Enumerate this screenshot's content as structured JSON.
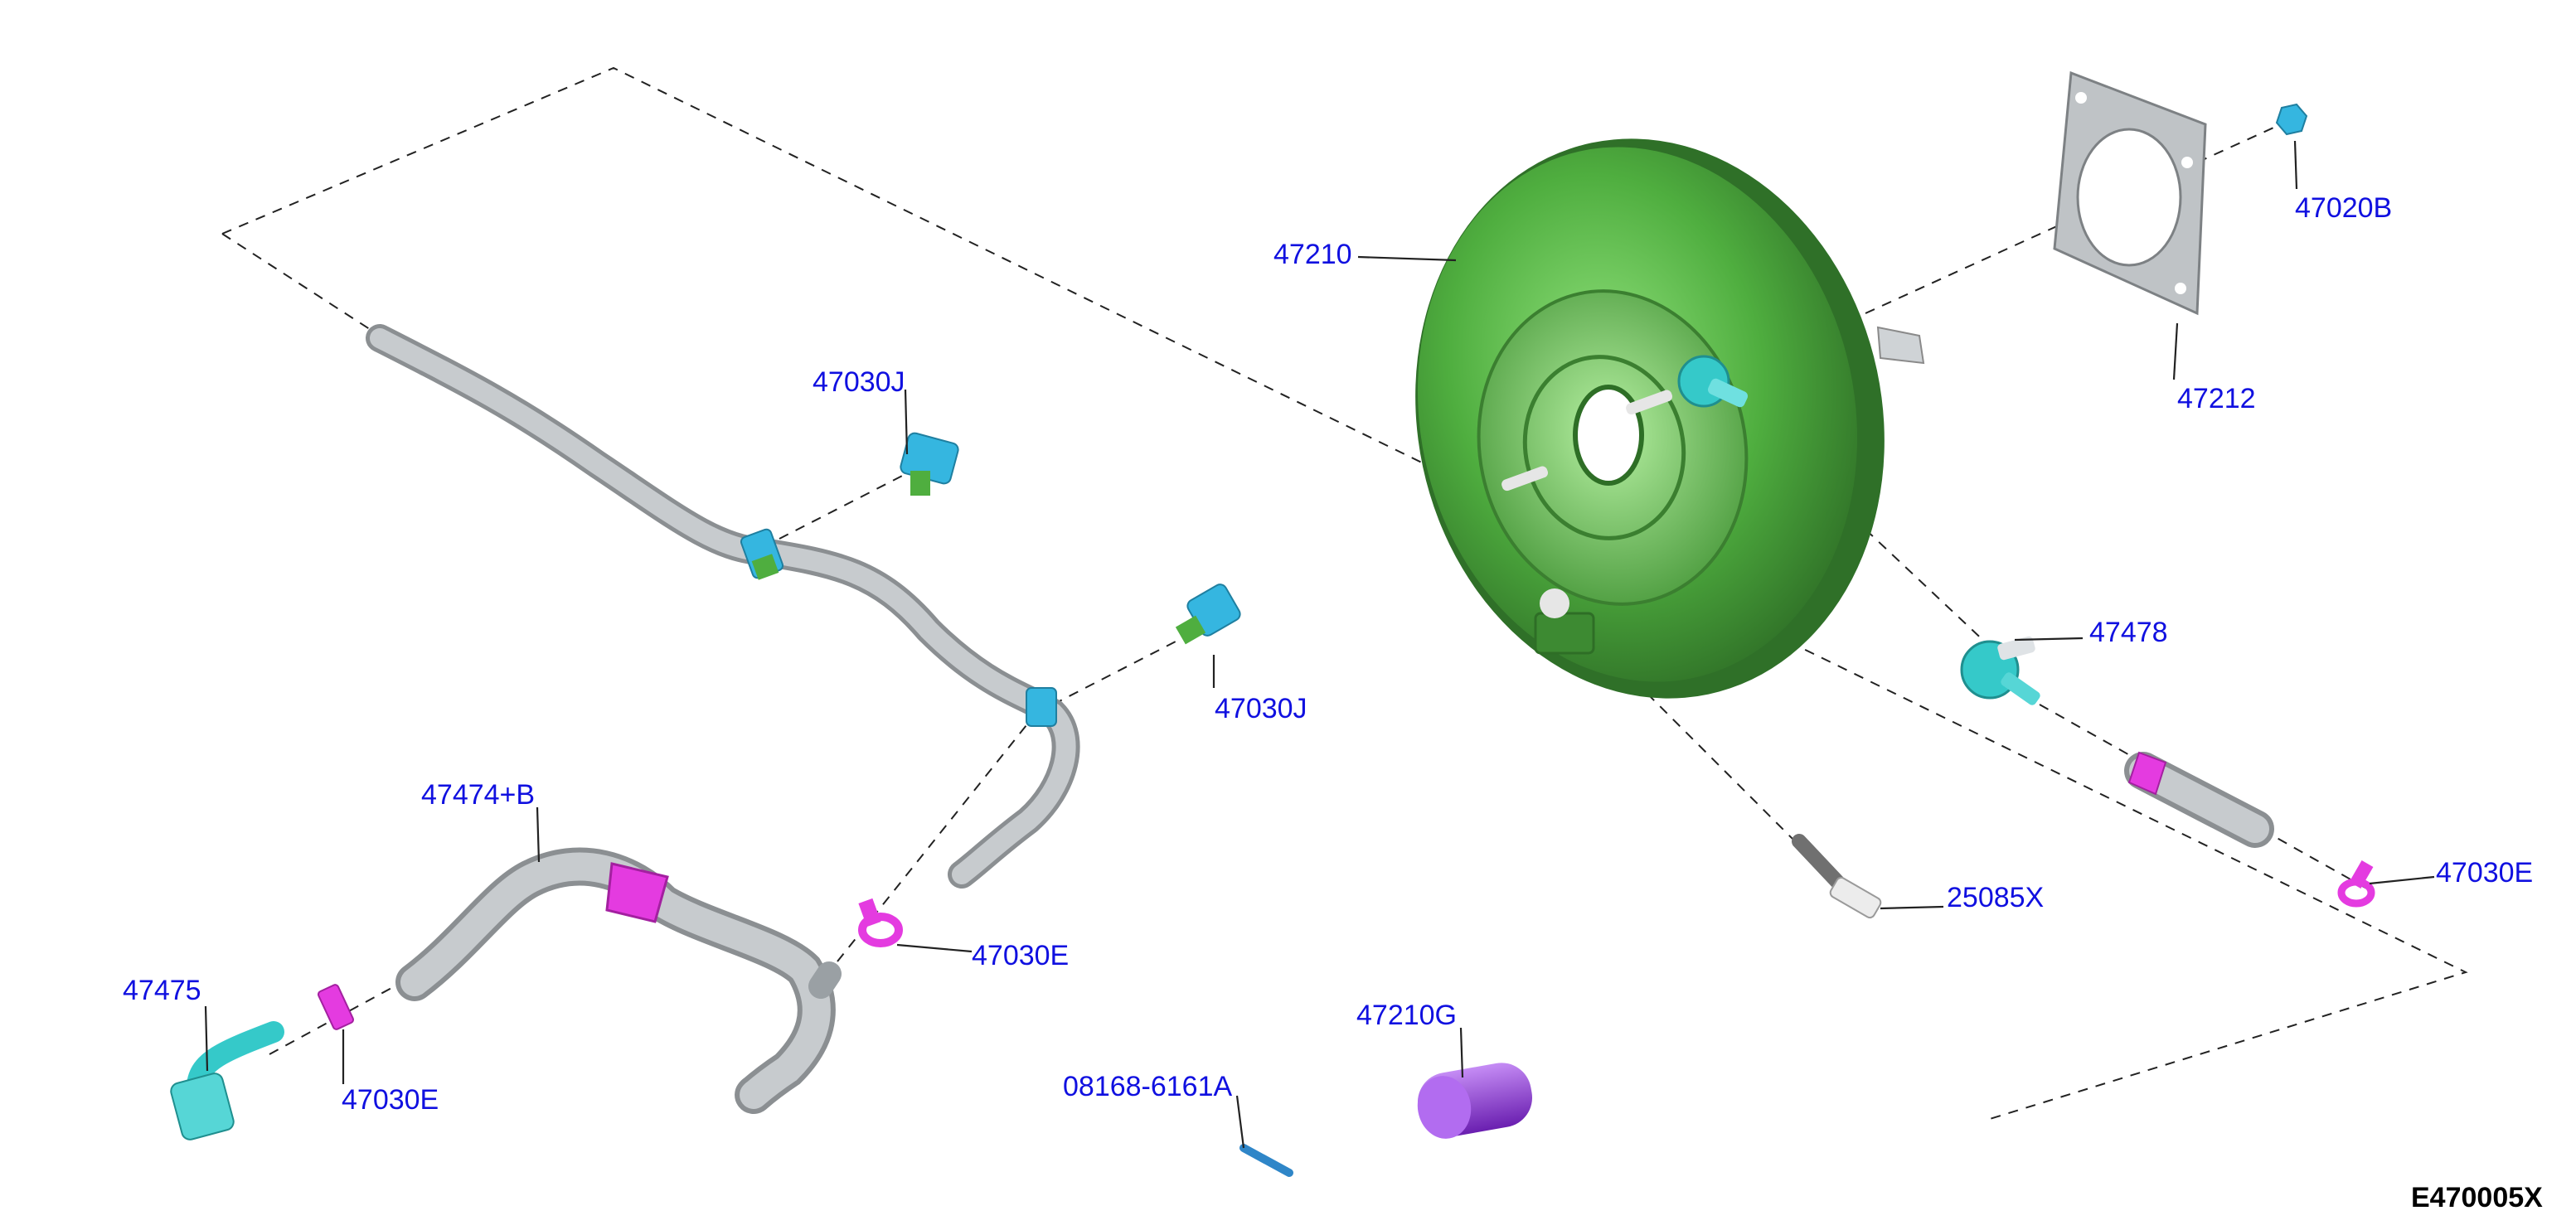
{
  "figure_id": "E470005X",
  "callouts": [
    {
      "key": "c47210",
      "text": "47210"
    },
    {
      "key": "c47212",
      "text": "47212"
    },
    {
      "key": "c47020B",
      "text": "47020B"
    },
    {
      "key": "c47030J_top",
      "text": "47030J"
    },
    {
      "key": "c47030J_mid",
      "text": "47030J"
    },
    {
      "key": "c47474B",
      "text": "47474+B"
    },
    {
      "key": "c47478",
      "text": "47478"
    },
    {
      "key": "c47030E_right",
      "text": "47030E"
    },
    {
      "key": "c25085X",
      "text": "25085X"
    },
    {
      "key": "c47030E_mid",
      "text": "47030E"
    },
    {
      "key": "c47475",
      "text": "47475"
    },
    {
      "key": "c47030E_left",
      "text": "47030E"
    },
    {
      "key": "c08168",
      "text": "08168-6161A"
    },
    {
      "key": "c47210G",
      "text": "47210G"
    }
  ],
  "colors": {
    "booster_green": "#4fae3f",
    "hose_gray": "#bfc3c6",
    "clamp_magenta": "#e43be0",
    "connector_cyan": "#35c9c9",
    "filter_purple": "#9b3fe0",
    "callout_blue": "#1010e0"
  }
}
